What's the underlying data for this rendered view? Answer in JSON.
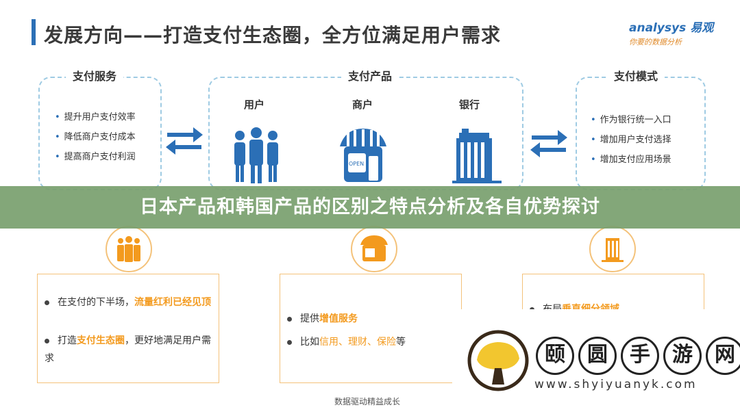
{
  "header": {
    "title": "发展方向——打造支付生态圈，全方位满足用户需求",
    "logo_main": "analysys 易观",
    "logo_sub": "你要的数据分析"
  },
  "left_panel": {
    "title": "支付服务",
    "items": [
      "提升用户支付效率",
      "降低商户支付成本",
      "提高商户支付利润"
    ]
  },
  "center_panel": {
    "title": "支付产品",
    "labels": [
      "用户",
      "商户",
      "银行"
    ],
    "shop_sign": "OPEN"
  },
  "right_panel": {
    "title": "支付模式",
    "items": [
      "作为银行统一入口",
      "增加用户支付选择",
      "增加支付应用场景"
    ]
  },
  "banner": {
    "text": "日本产品和韩国产品的区别之特点分析及各自优势探讨"
  },
  "lower": {
    "box1": {
      "item1_pre": "在支付的下半场，",
      "item1_hl": "流量红利已经见顶",
      "item2_pre": "打造",
      "item2_hl": "支付生态圈",
      "item2_post": "，更好地满足用户需求"
    },
    "box2": {
      "item1_pre": "提供",
      "item1_hl": "增值服务",
      "item2_pre": "比如",
      "item2_hl": "信用、理财、保险",
      "item2_post": "等"
    },
    "box3": {
      "item1_pre": "布局",
      "item1_hl": "垂直细分领域"
    },
    "caption": "数据驱动精益成长"
  },
  "watermark": {
    "chars": [
      "颐",
      "圆",
      "手",
      "游",
      "网"
    ],
    "url": "www.shyiyuanyk.com"
  },
  "colors": {
    "accent_blue": "#2b6fb6",
    "accent_orange": "#f39a1e",
    "banner_green": "#78a06e"
  }
}
